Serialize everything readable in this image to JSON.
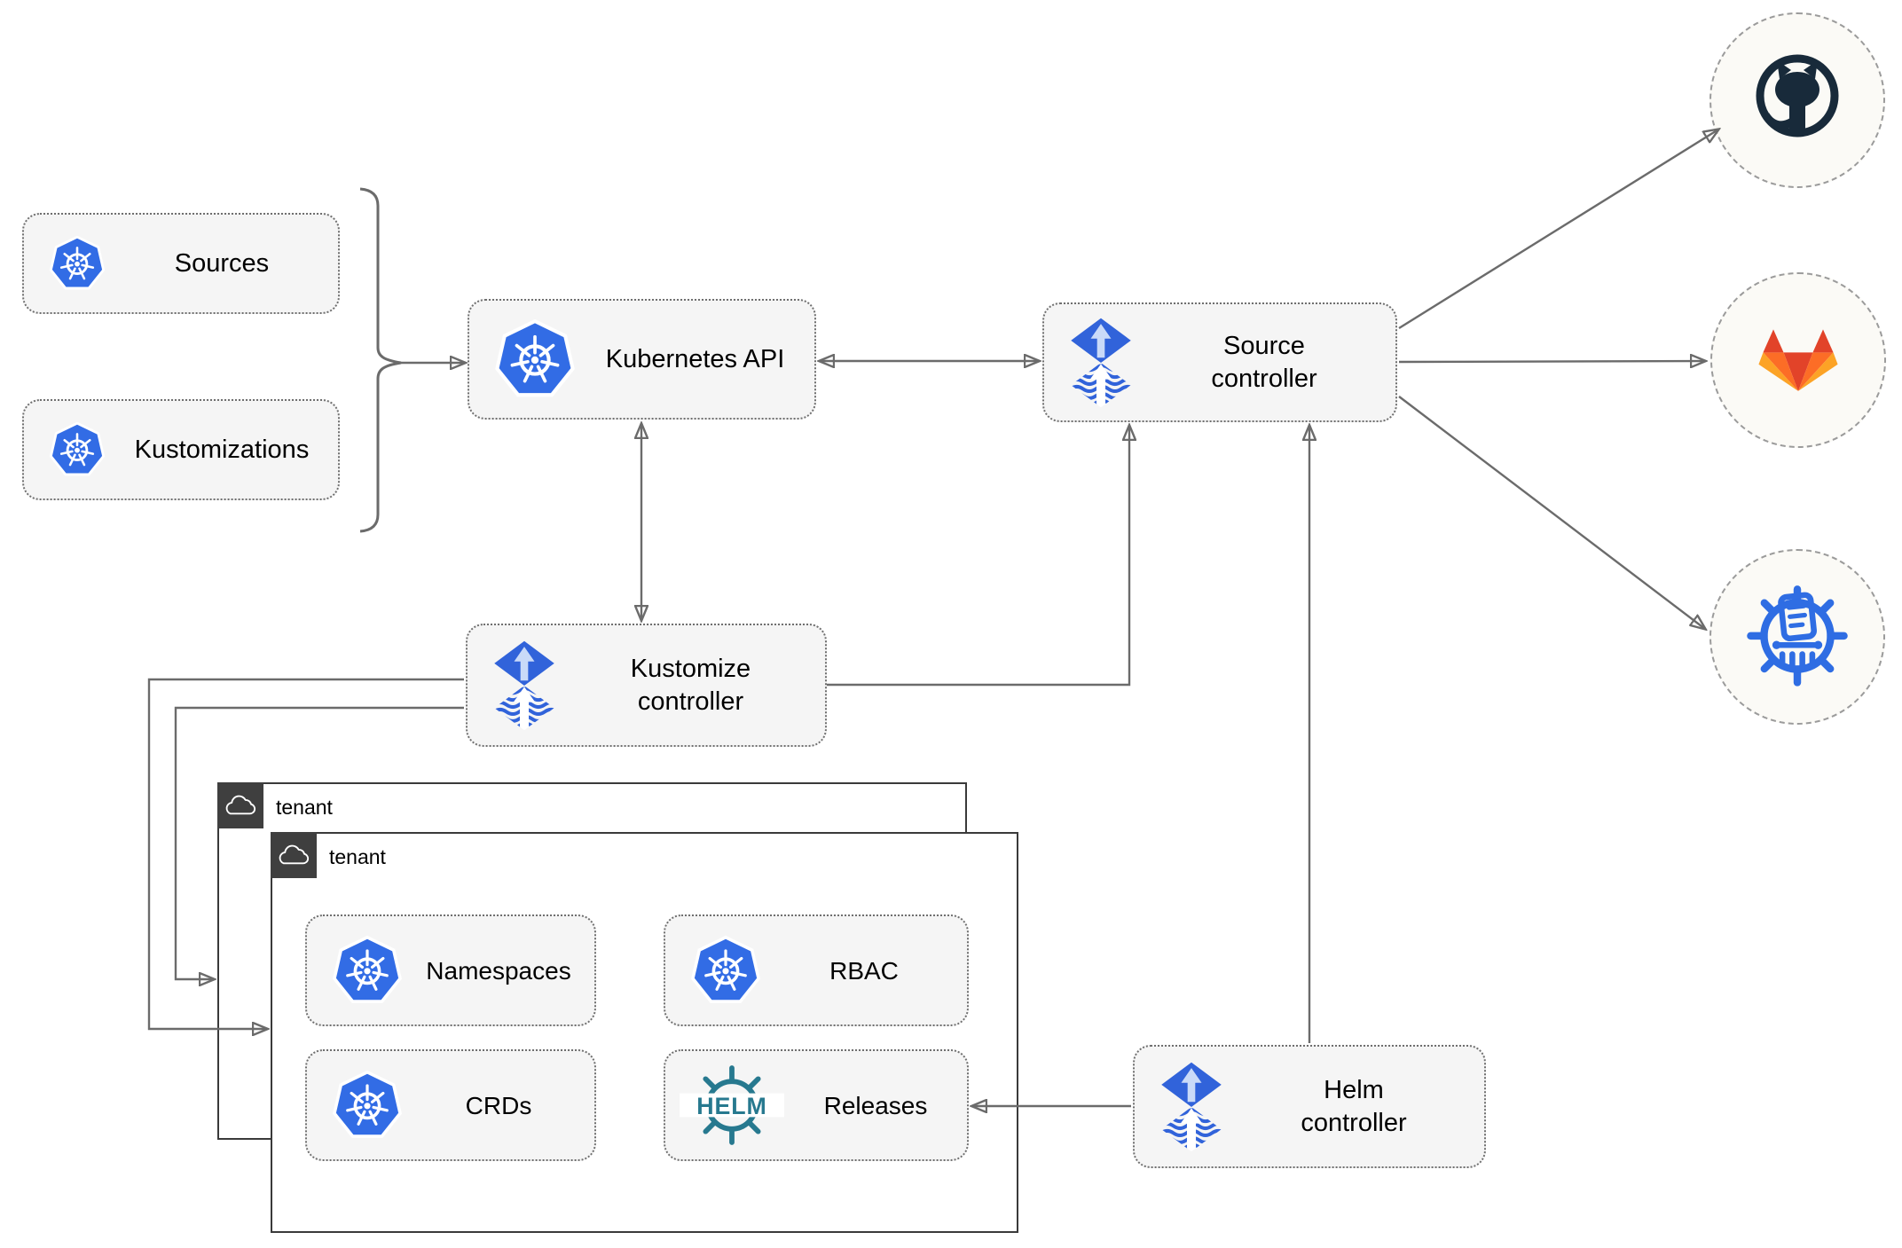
{
  "diagram": {
    "nodes": {
      "sources": "Sources",
      "kustomizations": "Kustomizations",
      "kubernetes_api": "Kubernetes API",
      "source_controller": "Source controller",
      "kustomize_controller": "Kustomize controller",
      "helm_controller": "Helm controller",
      "namespaces": "Namespaces",
      "rbac": "RBAC",
      "crds": "CRDs",
      "releases": "Releases"
    },
    "tenants": {
      "back": "tenant",
      "front": "tenant"
    },
    "helm_logo_text": "HELM",
    "icons": {
      "kubernetes": "kubernetes-icon",
      "flux": "flux-icon",
      "helm": "helm-logo-icon",
      "cloud": "cloud-icon",
      "github": "github-icon",
      "gitlab": "gitlab-icon",
      "chartmuseum": "chartmuseum-icon"
    },
    "colors": {
      "kubernetes_blue": "#326CE5",
      "flux_blue": "#3163DA",
      "flux_arrow_light": "#C9DAF8",
      "helm_teal": "#27798F",
      "chartmuseum_blue": "#2F6DE3",
      "github_dark": "#182A3A",
      "gitlab_red_orange": "#E24329",
      "gitlab_orange": "#FC6D26",
      "gitlab_light_orange": "#FCA326",
      "node_fill": "#F5F5F5",
      "node_border": "#6F6F6F",
      "circle_fill": "#FBFAF6",
      "connector": "#6B6B6B",
      "tenant_border": "#3A3A3A",
      "tenant_badge": "#3F3F3F",
      "text": "#000000"
    }
  }
}
